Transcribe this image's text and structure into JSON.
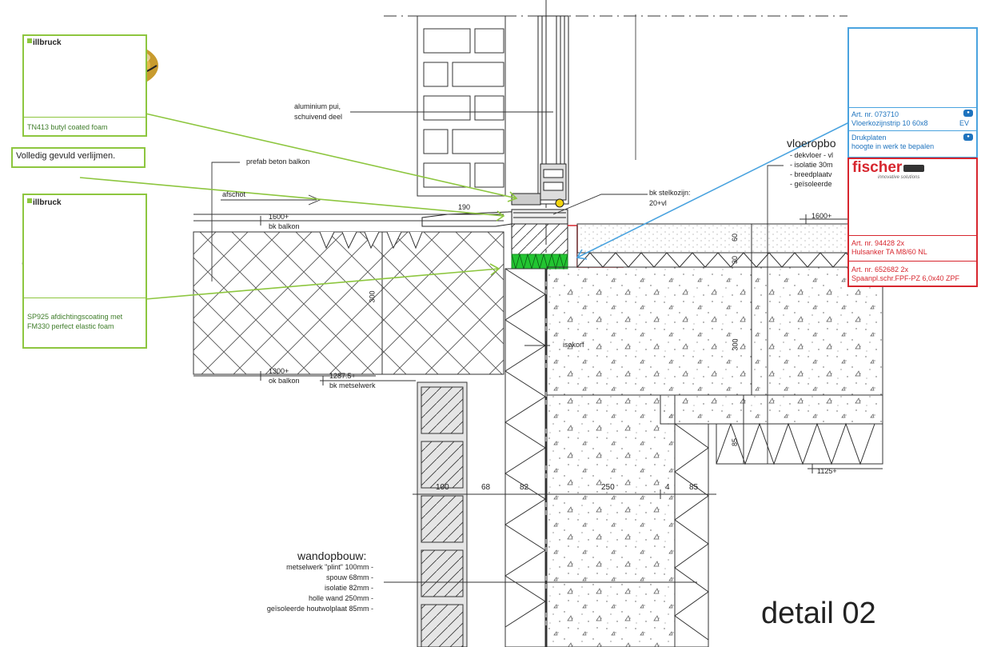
{
  "callouts": {
    "aluminium_1": "aluminium pui,",
    "aluminium_2": "schuivend deel",
    "prefab": "prefab beton balkon",
    "afschot": "afschot",
    "stelkozijn_1": "bk stelkozijn:",
    "stelkozijn_2": "20+vl",
    "isokorf": "isokorf",
    "vloeropbouw": "vloeropbo",
    "vloer_items": [
      "- dekvloer - vl",
      "- isolatie 30m",
      "- breedplaatv",
      "- geïsoleerde"
    ]
  },
  "levels": {
    "l1600_left": "1600+",
    "bk_balkon": "bk balkon",
    "l1300": "1300+",
    "ok_balkon": "ok balkon",
    "l1287": "1287.5+",
    "bk_metselwerk": "bk metselwerk",
    "l1600_right": "1600+",
    "l1125": "1125+"
  },
  "dimensions": {
    "d190": "190",
    "d60": "60",
    "d30": "30",
    "d300a": "300",
    "d300b": "300",
    "d85v": "85",
    "d100": "100",
    "d68": "68",
    "d82": "82",
    "d250": "250",
    "d4": "4",
    "d85h": "85"
  },
  "wall": {
    "title": "wandopbouw:",
    "items": [
      "metselwerk \"plint\" 100mm -",
      "spouw 68mm -",
      "isolatie 82mm -",
      "holle wand 250mm -",
      "geïsoleerde houtwolplaat 85mm -"
    ]
  },
  "detail_title": "detail 02",
  "products": {
    "illbruck_brand": "illbruck",
    "tn413": "TN413 butyl coated foam",
    "volledig": "Volledig gevuld verlijmen.",
    "sp925_1": "SP925 afdichtingscoating met",
    "sp925_2": "FM330 perfect elastic foam",
    "art1_line1": "Art. nr. 073710",
    "art1_line2": "Vloerkozijnstrip 10 60x8",
    "art1_ev": "EV",
    "druk_1": "Drukplaten",
    "druk_2": "hoogte in werk te bepalen",
    "fischer_brand": "fischer",
    "fischer_sub": "innovative solutions",
    "art2_line1": "Art. nr. 94428   2x",
    "art2_line2": "Hulsanker TA M8/60 NL",
    "art3_line1": "Art. nr. 652682   2x",
    "art3_line2": "Spaanpl.schr.FPF-PZ 6,0x40 ZPF"
  },
  "colors": {
    "green": "#8dc63f",
    "blue": "#4aa3df",
    "red": "#d7262e",
    "foam": "#22c531"
  }
}
